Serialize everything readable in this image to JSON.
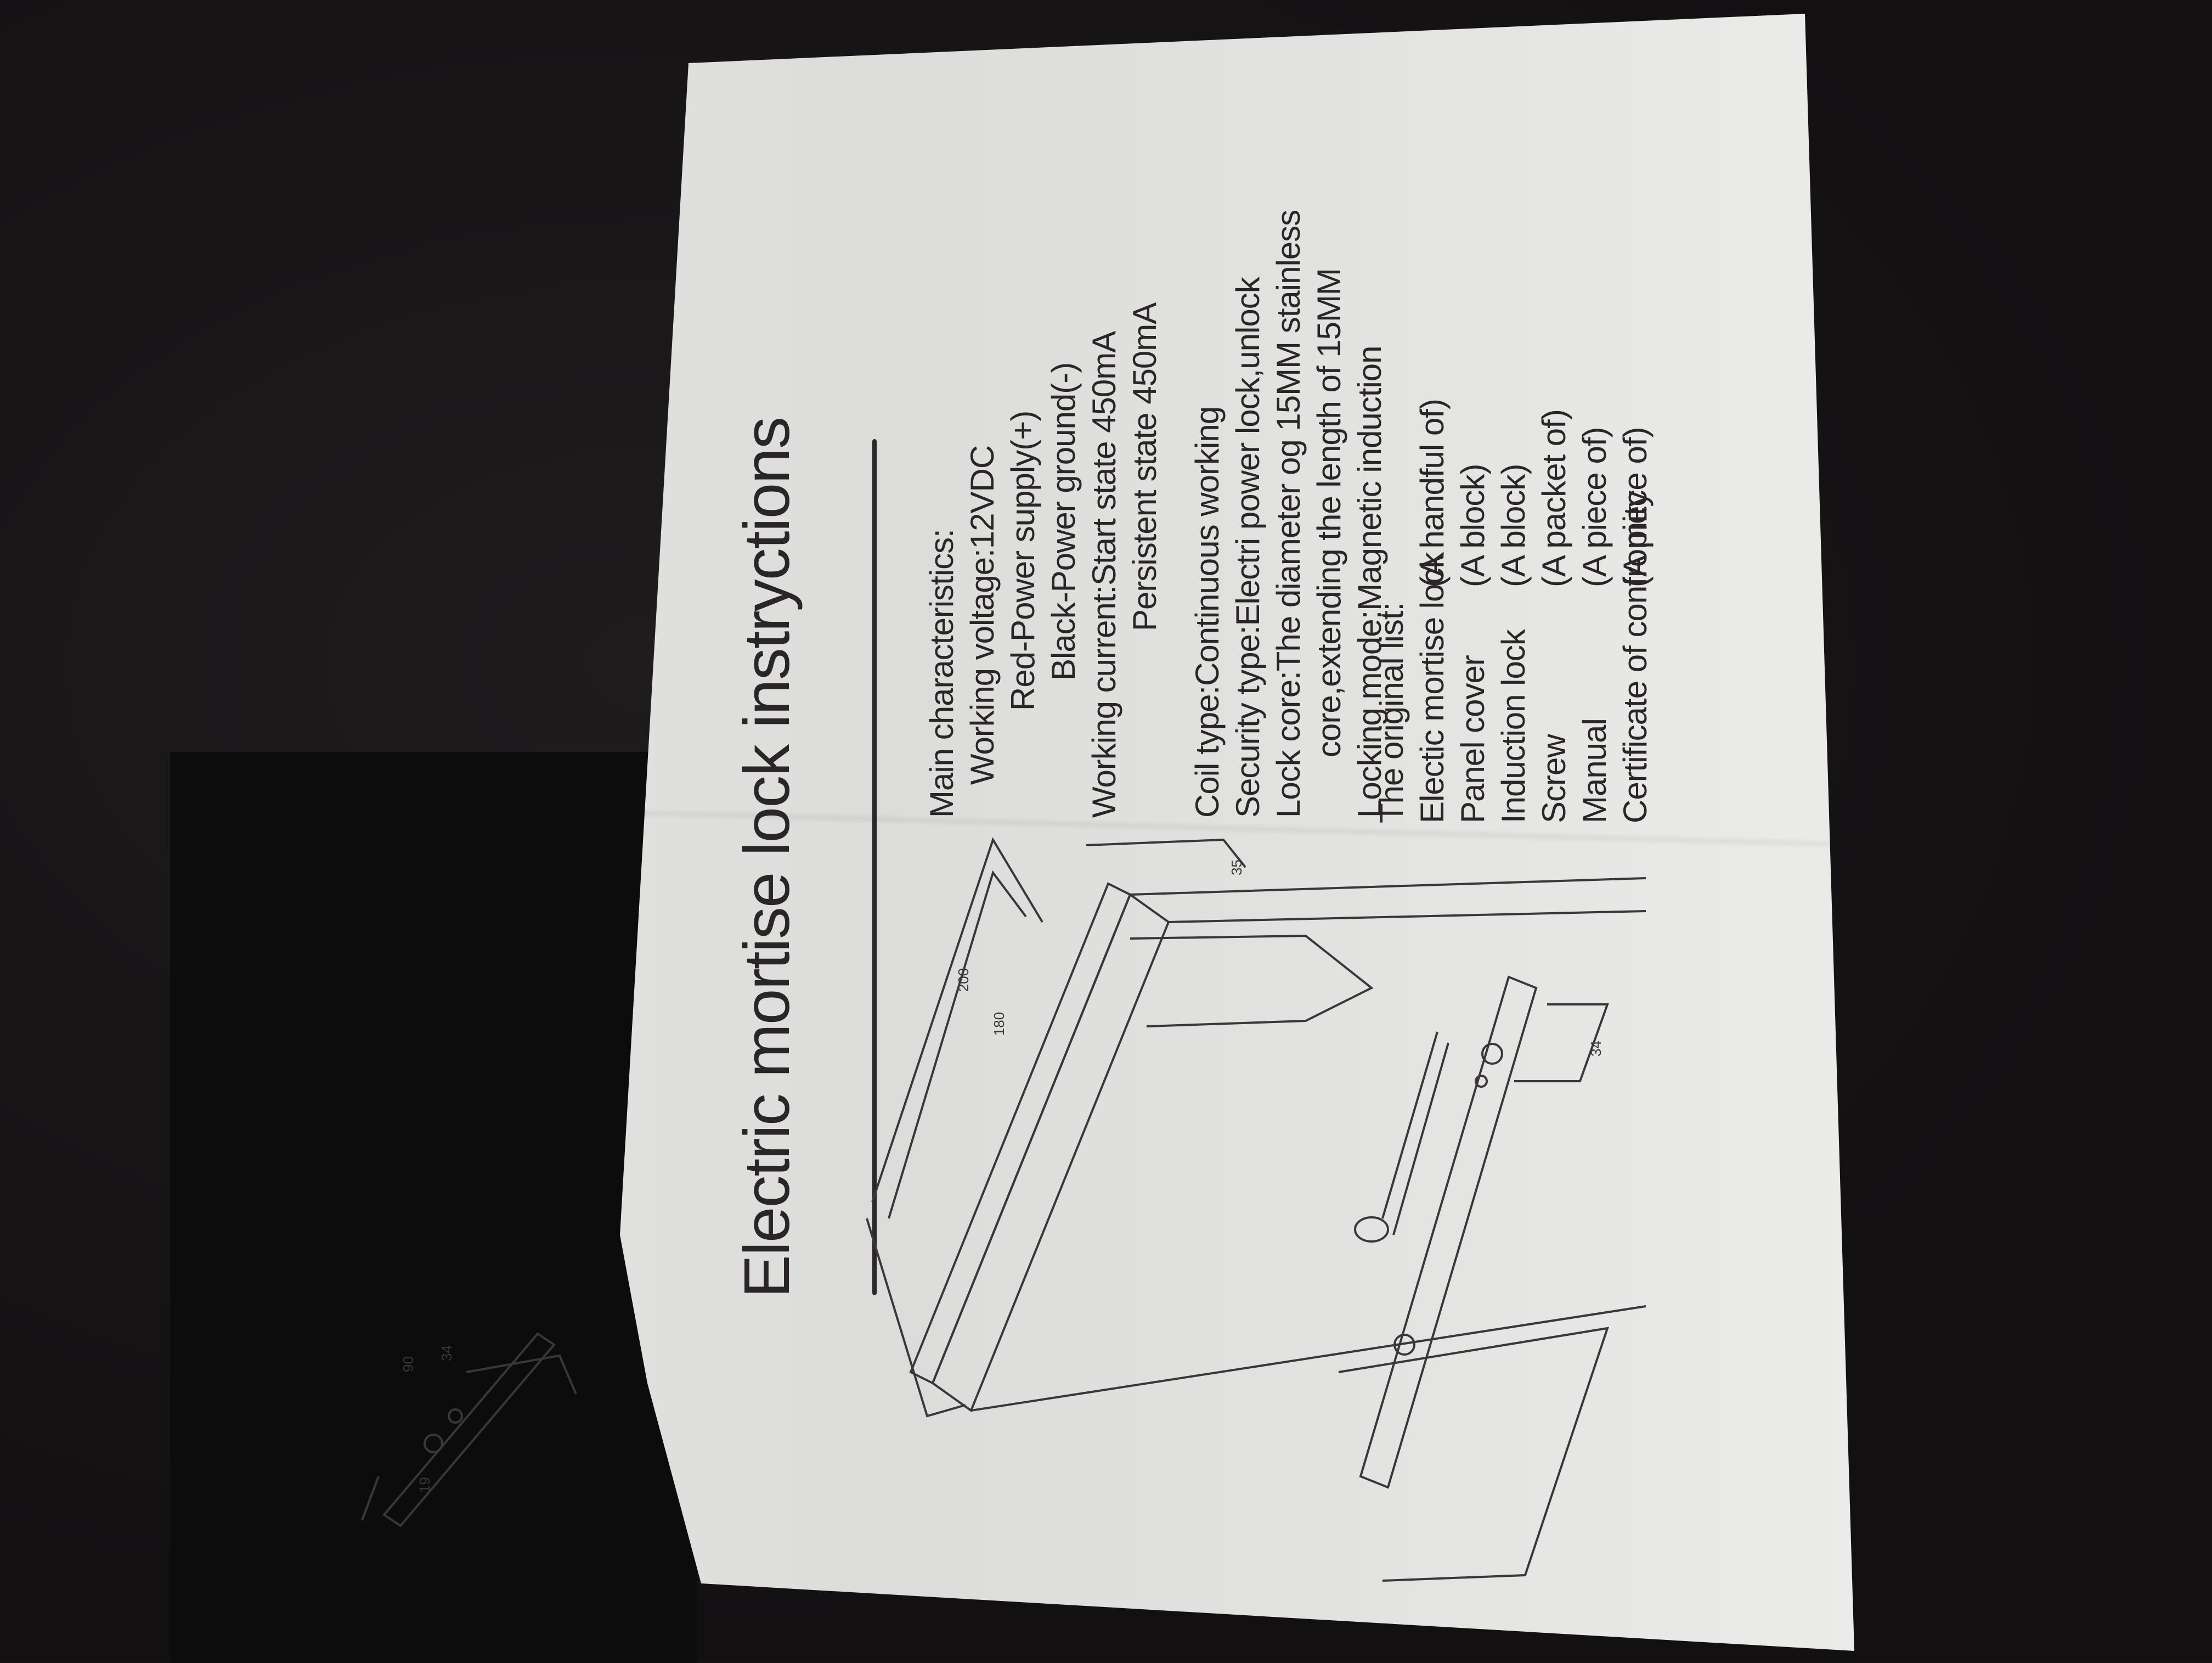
{
  "document": {
    "title": "Electric mortise lock instryctions",
    "main_characteristics": {
      "heading": "Main characteristics:",
      "lines": [
        "Working voltage:12VDC",
        "Red-Power supply(+)",
        "Black-Power ground(-)",
        "Working current:Start state 450mA",
        "Persistent state 450mA",
        "Coil type:Continuous working",
        "Security type:Electri power lock,unlock",
        "Lock core:The diameter og  15MM stainless",
        "core,extending the length of 15MM",
        "Locking mode:Magnetic induction"
      ]
    },
    "original_list": {
      "heading": "The original list:",
      "items": [
        {
          "name": "Electic mortise lock",
          "qty": "(A handful of)"
        },
        {
          "name": "Panel cover",
          "qty": "(A block)"
        },
        {
          "name": "Induction lock",
          "qty": "(A block)"
        },
        {
          "name": "Screw",
          "qty": "(A packet of)"
        },
        {
          "name": "Manual",
          "qty": "(A piece of)"
        },
        {
          "name": "Certificate of confromity",
          "qty": "(A piece of)"
        }
      ]
    },
    "diagram_dimensions": {
      "main_length_outer": "200",
      "main_length_inner": "180",
      "main_depth": "35",
      "lock_height": "34",
      "small_length": "90",
      "small_height": "34",
      "small_width": "19"
    },
    "colors": {
      "background": "#141213",
      "paper": "#e6e6e4",
      "ink": "#2a2628"
    }
  }
}
